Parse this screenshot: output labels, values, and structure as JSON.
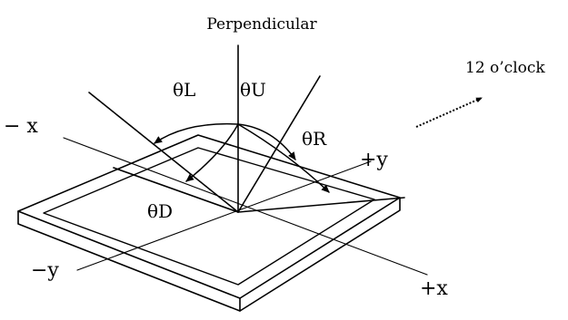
{
  "diagram": {
    "title": "Perpendicular",
    "orientation_label": "12 o’clock",
    "angles": {
      "left": "θL",
      "up": "θU",
      "right": "θR",
      "down": "θD"
    },
    "axes": {
      "x_neg": "− x",
      "x_pos": "+x",
      "y_neg": "−y",
      "y_pos": "+y"
    }
  }
}
